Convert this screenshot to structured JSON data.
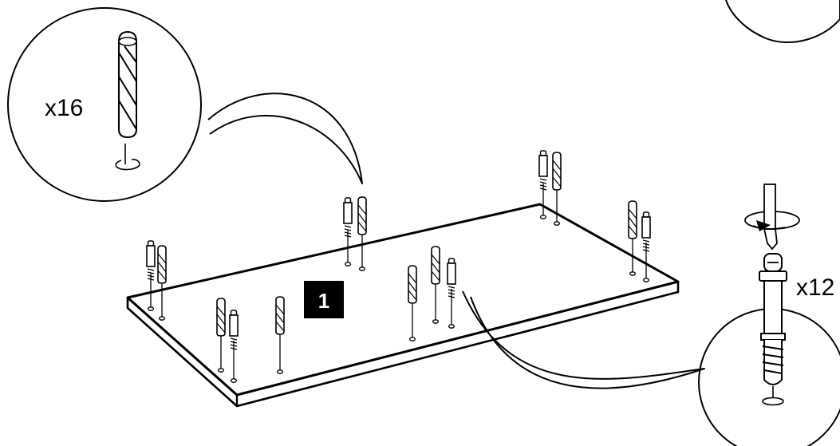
{
  "callout_dowel": {
    "quantity": "x16"
  },
  "callout_cam_bolt": {
    "quantity": "x12"
  },
  "step": {
    "number": "1"
  },
  "colors": {
    "ink": "#000000",
    "paper": "#ffffff"
  }
}
